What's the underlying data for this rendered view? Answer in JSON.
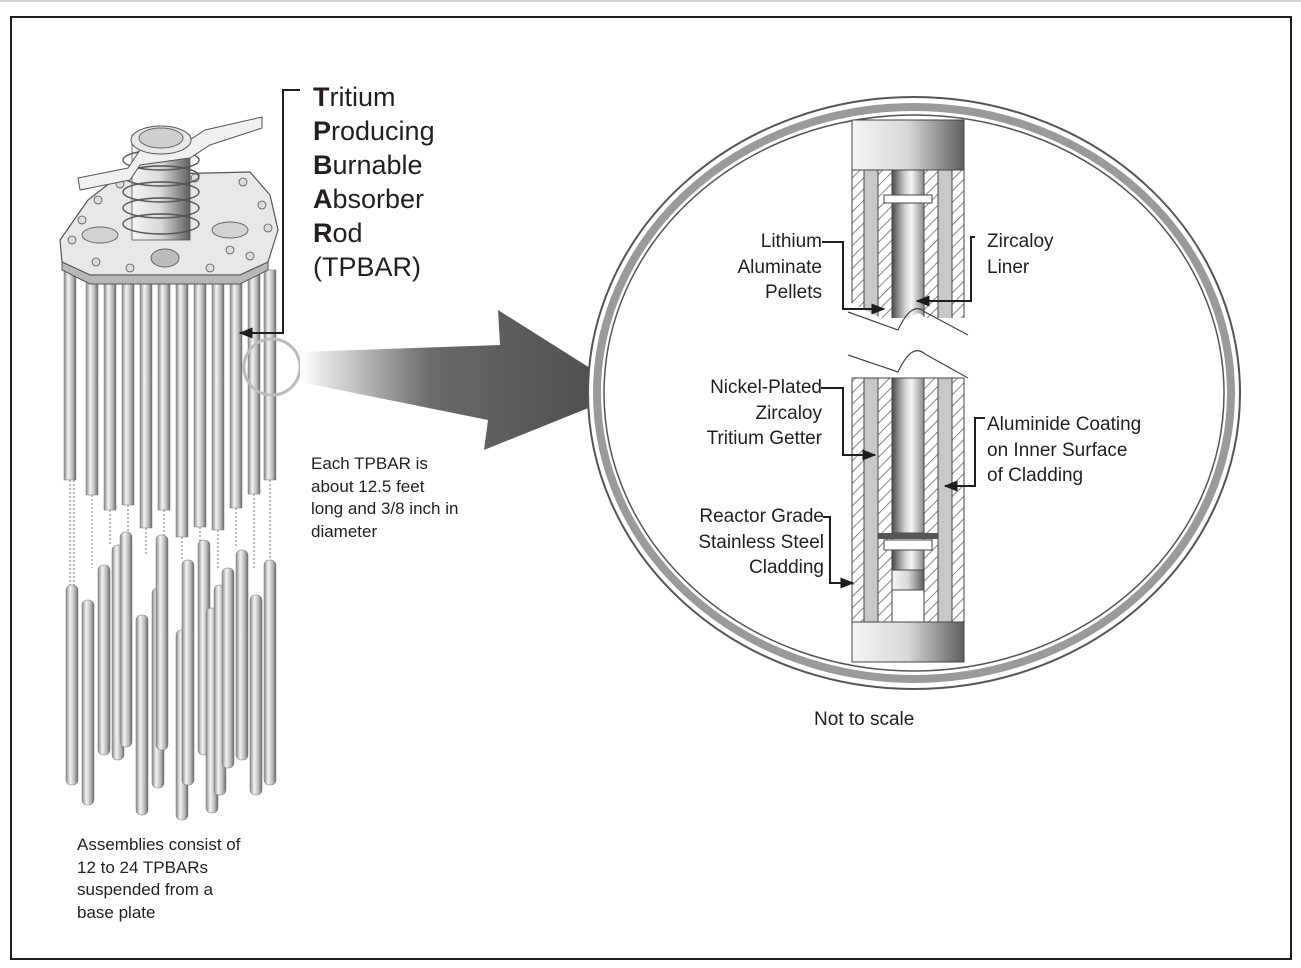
{
  "figure": {
    "title_acronym": {
      "lines": [
        {
          "initial": "T",
          "rest": "ritium"
        },
        {
          "initial": "P",
          "rest": "roducing"
        },
        {
          "initial": "B",
          "rest": "urnable"
        },
        {
          "initial": "A",
          "rest": "bsorber"
        },
        {
          "initial": "R",
          "rest": "od"
        },
        {
          "initial": "",
          "rest": "(TPBAR)"
        }
      ]
    },
    "notes": {
      "tpbar_size": [
        "Each TPBAR is",
        "about 12.5 feet",
        "long and 3/8 inch in",
        "diameter"
      ],
      "assemblies": [
        "Assemblies consist of",
        "12 to 24 TPBARs",
        "suspended from a",
        "base plate"
      ]
    },
    "callouts": {
      "lithium": [
        "Lithium",
        "Aluminate",
        "Pellets"
      ],
      "zircaloy_liner": [
        "Zircaloy",
        "Liner"
      ],
      "getter": [
        "Nickel-Plated",
        "Zircaloy",
        "Tritium Getter"
      ],
      "aluminide": [
        "Aluminide Coating",
        "on Inner Surface",
        "of Cladding"
      ],
      "cladding": [
        "Reactor Grade",
        "Stainless Steel",
        "Cladding"
      ]
    },
    "caption": "Not to scale",
    "colors": {
      "text": "#231f20",
      "arrow": "#4a4a4a",
      "metal_light": "#e6e6e6",
      "metal_mid": "#b4b4b4",
      "metal_dark": "#6e6e6e",
      "frame": "#1e1e1e"
    }
  }
}
